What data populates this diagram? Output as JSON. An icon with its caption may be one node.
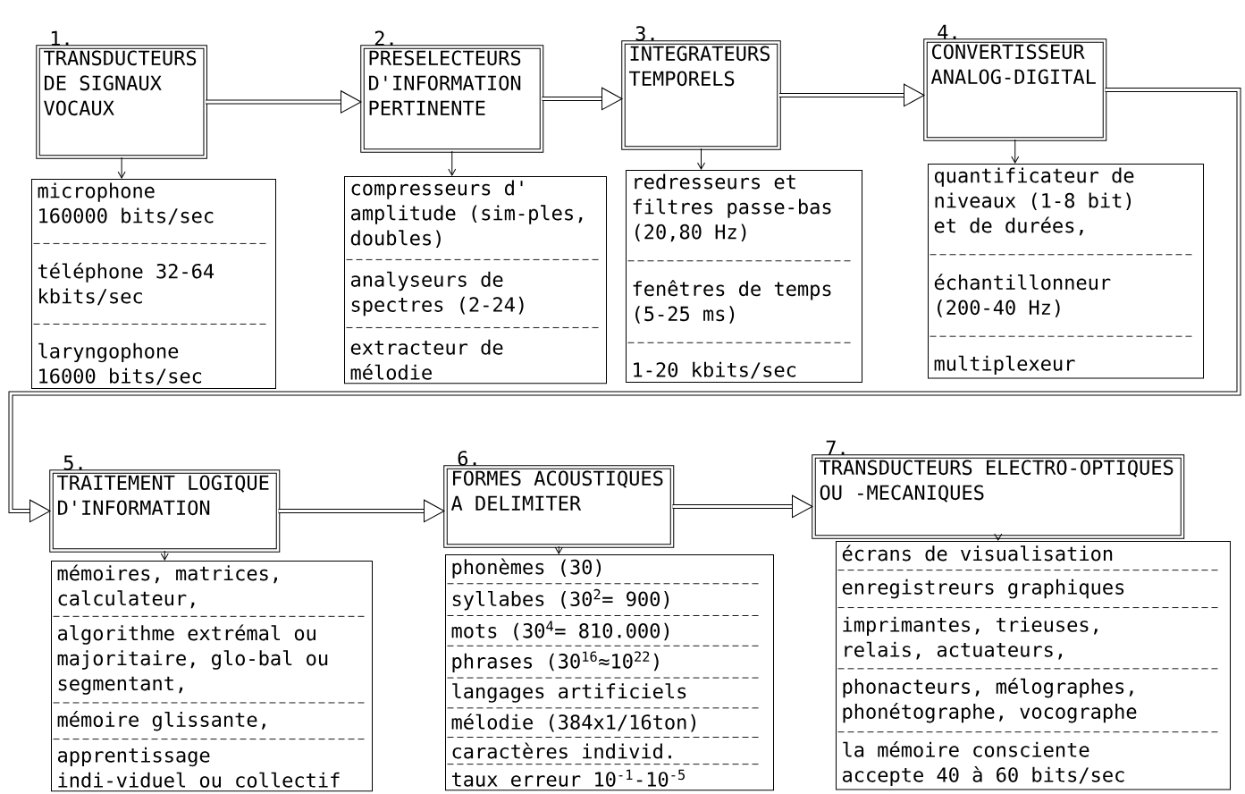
{
  "diagram": {
    "nodes": [
      {
        "text": [
          "1.",
          "TRANSDUCTEURS DE SIGNAUX VOCAUX"
        ]
      },
      {
        "text": [
          "microphone 160000 bits/sec",
          "téléphone 32-64 kbits/sec",
          "laryngophone 16000 bits/sec"
        ]
      },
      {
        "text": [
          "2.",
          "PRESELECTEURS D'INFORMATION PERTINENTE"
        ]
      },
      {
        "text": [
          "compresseurs d' amplitude (sim-ples, doubles)",
          "analyseurs de spectres (2-24)",
          "extracteur de mélodie"
        ]
      },
      {
        "text": [
          "3.",
          "INTEGRATEURS TEMPORELS"
        ]
      },
      {
        "text": [
          "redresseurs et filtres passe-bas (20,80 Hz)",
          "fenêtres de temps (5-25 ms)",
          "1-20 kbits/sec"
        ]
      },
      {
        "text": [
          "4.",
          "CONVERTISSEUR ANALOG-DIGITAL"
        ]
      },
      {
        "text": [
          "quantificateur de niveaux (1-8 bit) et de durées,",
          "échantillonneur (200-40 Hz)",
          "multiplexeur"
        ]
      },
      {
        "text": [
          "5.",
          "TRAITEMENT LOGIQUE D'INFORMATION"
        ]
      },
      {
        "text": [
          "mémoires, matrices, calculateur,",
          "algorithme extrémal ou majoritaire, glo-bal ou segmentant,",
          "mémoire glissante,",
          "apprentissage indi-viduel ou collectif"
        ]
      },
      {
        "text": [
          "6.",
          "FORMES ACOUSTIQUES A DELIMITER"
        ]
      },
      {
        "text": [
          "phonèmes (30)",
          "syllabes (30$^{2}$= 900)",
          "mots (30$^{4}$= 810.000)",
          "phrases (30$^{16}$≈10$^{22}$)",
          "langages artificiels",
          "mélodie (384x1/16ton)",
          "caractères individ.",
          "taux erreur 10$^{-1}$-10$^{-5}$"
        ]
      },
      {
        "text": [
          "7.",
          "TRANSDUCTEURS ELECTRO-OPTIQUES OU -MECANIQUES"
        ]
      },
      {
        "text": [
          "écrans de visualisation",
          "enregistreurs graphiques",
          "imprimantes, trieuses, relais, actuateurs,",
          "phonacteurs, mélographes, phonétographe, vocographe",
          "la mémoire consciente accepte 40 à 60 bits/sec"
        ]
      }
    ],
    "edges": [
      {
        "from": 0,
        "to": 2,
        "arrow": "to",
        "style": "thick"
      },
      {
        "from": 2,
        "to": 4,
        "arrow": "to",
        "style": "thick"
      },
      {
        "from": 4,
        "to": 6,
        "arrow": "to",
        "style": "thick"
      },
      {
        "from": 6,
        "to": 8,
        "arrow": "to",
        "style": "thick"
      },
      {
        "from": 8,
        "to": 10,
        "arrow": "to",
        "style": "thick"
      },
      {
        "from": 10,
        "to": 12,
        "arrow": "to",
        "style": "thick"
      },
      {
        "from": 0,
        "to": 1,
        "arrow": "to"
      },
      {
        "from": 2,
        "to": 3,
        "arrow": "to"
      },
      {
        "from": 4,
        "to": 5,
        "arrow": "to"
      },
      {
        "from": 6,
        "to": 7,
        "arrow": "to"
      },
      {
        "from": 8,
        "to": 9,
        "arrow": "to"
      },
      {
        "from": 10,
        "to": 11,
        "arrow": "to"
      },
      {
        "from": 12,
        "to": 13,
        "arrow": "to"
      }
    ]
  }
}
